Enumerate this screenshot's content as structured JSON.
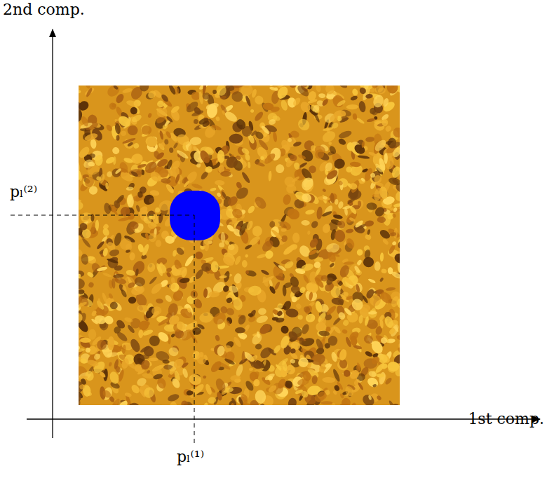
{
  "diagram": {
    "labels": [
      "2nd comp.",
      "pₗ⁽²⁾",
      "1st comp.",
      "pₗ⁽¹⁾"
    ]
  }
}
